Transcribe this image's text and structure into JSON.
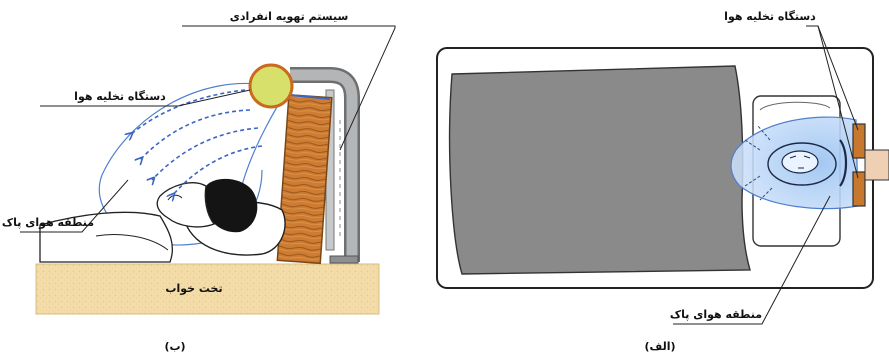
{
  "diagram": {
    "labels": {
      "individual_ventilation_system": "سیستم تهویه انفرادی",
      "air_exhaust_device_left": "دستگاه تخلیه هوا",
      "clean_air_zone_left": "منطقه هوای پاک",
      "bed_left": "تخت خواب",
      "air_exhaust_device_right": "دستگاه تخلیه هوا",
      "clean_air_zone_right": "منطقه هوای پاک"
    },
    "captions": {
      "left_panel": "(ب)",
      "right_panel": "(الف)"
    },
    "colors": {
      "mattress": "#f2dca8",
      "headboard": "#c8782e",
      "device": "#d6e06a",
      "duct": "#a7a9ab",
      "airflow": "#3b66c4",
      "clean_zone_fill": "#b9d6f7",
      "blanket": "#8a8a8a"
    }
  }
}
